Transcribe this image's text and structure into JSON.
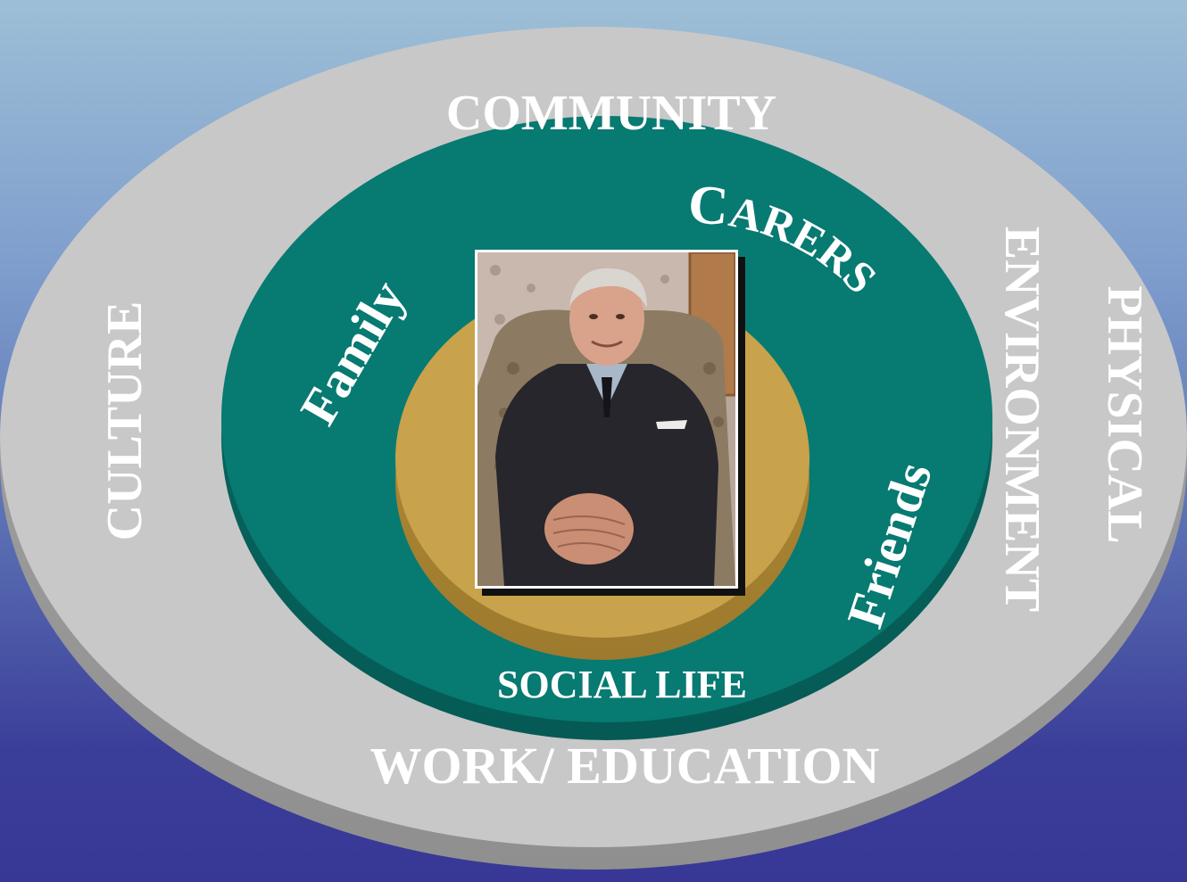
{
  "rings": {
    "outer": {
      "label_top": "COMMUNITY",
      "label_bottom": "WORK/ EDUCATION",
      "label_left": "CULTURE",
      "label_right_1": "PHYSICAL",
      "label_right_2": "ENVIRONMENT"
    },
    "middle": {
      "label_family": "Family",
      "label_carers_initial": "C",
      "label_carers_rest": "ARERS",
      "label_friends": "Friends",
      "label_bottom": "SOCIAL LIFE"
    },
    "inner": {
      "photo_subject": "elderly-man-portrait"
    }
  },
  "colors": {
    "outer_ring": "#c8c8c8",
    "middle_ring": "#077a72",
    "inner_disc": "#c9a24c",
    "text": "#ffffff"
  }
}
